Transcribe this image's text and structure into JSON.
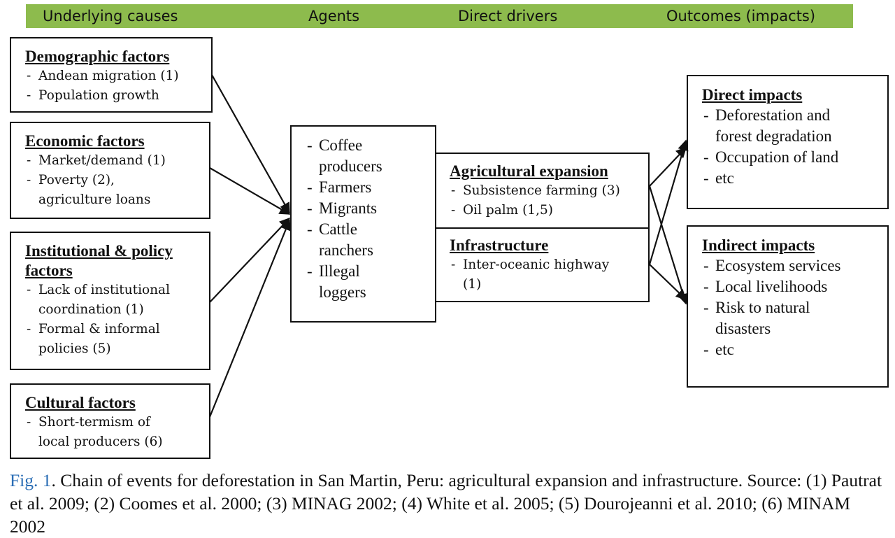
{
  "header": {
    "columns": [
      "Underlying causes",
      "Agents",
      "Direct drivers",
      "Outcomes (impacts)"
    ]
  },
  "underlying": {
    "demographic": {
      "title": "Demographic factors",
      "items": [
        "Andean migration (1)",
        "Population growth"
      ]
    },
    "economic": {
      "title": "Economic factors",
      "items": [
        "Market/demand  (1)",
        "Poverty (2), agriculture loans"
      ]
    },
    "institutional": {
      "title": "Institutional & policy factors",
      "items": [
        "Lack of institutional coordination (1)",
        "Formal & informal policies (5)"
      ]
    },
    "cultural": {
      "title": "Cultural factors",
      "items": [
        "Short-termism of local producers (6)"
      ]
    }
  },
  "agents": {
    "items": [
      "Coffee producers",
      "Farmers",
      "Migrants",
      "Cattle ranchers",
      "Illegal loggers"
    ]
  },
  "drivers": {
    "agricultural": {
      "title": "Agricultural expansion",
      "items": [
        "Subsistence farming (3)",
        "Oil palm (1,5)"
      ]
    },
    "infrastructure": {
      "title": "Infrastructure",
      "items": [
        "Inter-oceanic highway (1)"
      ]
    }
  },
  "outcomes": {
    "direct": {
      "title": "Direct impacts",
      "items": [
        "Deforestation and forest degradation",
        "Occupation of land",
        "etc"
      ]
    },
    "indirect": {
      "title": "Indirect impacts",
      "items": [
        "Ecosystem services",
        "Local livelihoods",
        "Risk to natural disasters",
        "etc"
      ]
    }
  },
  "caption": {
    "label": "Fig. 1",
    "text": ". Chain of events for deforestation in San Martin, Peru: agricultural expansion and infrastructure. Source: (1) Pautrat et al. 2009; (2) Coomes et al. 2000; (3) MINAG 2002; (4) White et al. 2005; (5) Dourojeanni et al. 2010; (6) MINAM 2002"
  }
}
